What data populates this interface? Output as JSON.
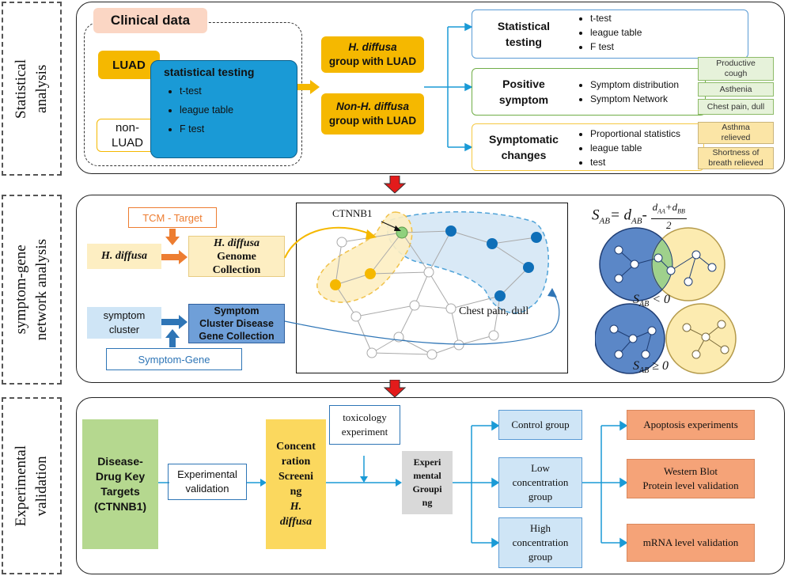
{
  "sections": {
    "stat": "Statistical\nanalysis",
    "network": "symptom-gene\nnetwork analysis",
    "exp": "Experimental\nvalidation"
  },
  "stat": {
    "clinical_data": "Clinical data",
    "luad": "LUAD",
    "non_luad": "non-\nLUAD",
    "testing_title": "statistical testing",
    "testing_items": [
      "t-test",
      "league table",
      "F test"
    ],
    "group_hd_1": "H. diffusa",
    "group_hd_2": "group with LUAD",
    "group_non_1": "Non-H. diffusa",
    "group_non_2": "group with LUAD",
    "box1_title": "Statistical\ntesting",
    "box1_items": [
      "t-test",
      "league table",
      "F test"
    ],
    "box2_title": "Positive\nsymptom",
    "box2_items": [
      "Symptom distribution",
      "Symptom Network"
    ],
    "box2_tags": [
      "Productive\ncough",
      "Asthenia",
      "Chest pain, dull"
    ],
    "box3_title": "Symptomatic\nchanges",
    "box3_items": [
      "Proportional statistics",
      "league table",
      "test"
    ],
    "box3_tags": [
      "Asthma\nrelieved",
      "Shortness of\nbreath relieved"
    ]
  },
  "network": {
    "tcm_target": "TCM - Target",
    "hd": "H. diffusa",
    "genome_1": "H. diffusa",
    "genome_2": "Genome\nCollection",
    "symptom_cluster": "symptom\ncluster",
    "cluster_gene": "Symptom\nCluster Disease\nGene Collection",
    "symptom_gene": "Symptom-Gene",
    "ctnnb1": "CTNNB1",
    "chest_pain": "Chest pain, dull",
    "formula_lhs": "S",
    "formula_sub": "AB",
    "formula_eq": "= d",
    "formula_num": "d",
    "formula_den": "2",
    "sab_lt": "< 0",
    "sab_ge": "≥ 0"
  },
  "exp": {
    "key_targets": "Disease-\nDrug Key\nTargets\n(CTNNB1)",
    "exp_validation": "Experimental\nvalidation",
    "conc_1": "Concent\nration\nScreeni\nng ",
    "conc_2": "H.\ndiffusa",
    "toxicology": "toxicology\nexperiment",
    "grouping": "Experi\nmental\nGroupi\nng",
    "control": "Control group",
    "low": "Low\nconcentration\ngroup",
    "high": "High\nconcentration\ngroup",
    "apoptosis": "Apoptosis experiments",
    "western": "Western Blot\nProtein level validation",
    "mrna": "mRNA level validation"
  },
  "colors": {
    "orange": "#f5b800",
    "blue": "#1a9ad6",
    "peach": "#f5a378",
    "green": "#b5d88f",
    "yellow": "#fbd85e"
  }
}
